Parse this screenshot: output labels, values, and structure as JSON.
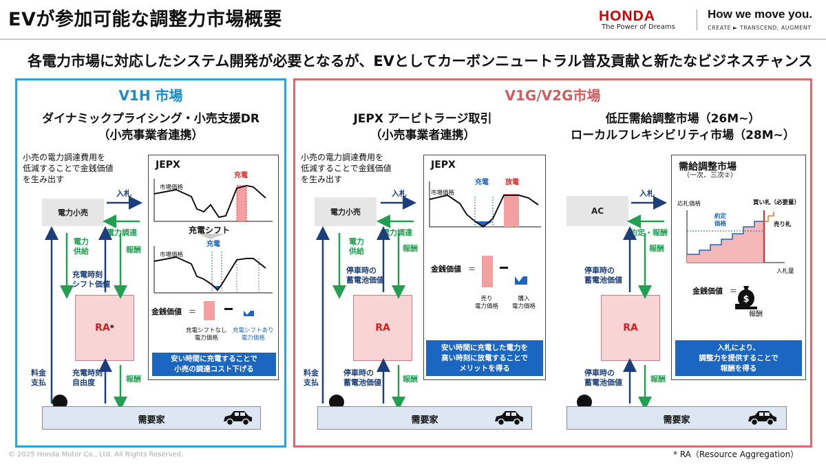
{
  "header": {
    "title": "EVが参加可能な調整力市場概要",
    "logo_text": "HONDA",
    "tagline": "The Power of Dreams",
    "slogan": "How we move you.",
    "slogan_sub": "CREATE ► TRANSCEND, AUGMENT"
  },
  "subtitle": "各電力市場に対応したシステム開発が必要となるが、EVとしてカーボンニュートラル普及貢献と新たなビジネスチャンス",
  "v1h": {
    "title": "V1H 市場",
    "heading_1": "ダイナミックプライシング・小売支援DR",
    "heading_2": "（小売事業者連携）",
    "desc": [
      "小売の電力調達費用を",
      "低減することで金銭価値",
      "を生み出す"
    ],
    "retailer": "電力小売",
    "bid": "入札",
    "procure": "電力調達",
    "supply": [
      "電力",
      "供給"
    ],
    "reward": "報酬",
    "shift_value": [
      "充電時刻",
      "シフト価値"
    ],
    "ra": "RA",
    "ra_mark": "*",
    "fee": [
      "料金",
      "支払"
    ],
    "freedom": [
      "充電時刻",
      "自由度"
    ],
    "reward2": "報酬",
    "consumer": "需要家",
    "chart_title": "JEPX",
    "market_price": "市場価格",
    "charge": "充電",
    "shift_arrow": "充電シフト",
    "market_price2": "市場価格",
    "charge2": "充電",
    "money": "金銭価値",
    "eq": "＝",
    "no_shift": [
      "充電シフトなし",
      "電力価格"
    ],
    "with_shift": [
      "充電シフトあり",
      "電力価格"
    ],
    "note": [
      "安い時間に充電することで",
      "小売の調達コスト下げる"
    ]
  },
  "v2g": {
    "title": "V1G/V2G市場",
    "a_heading_1": "JEPX アービトラージ取引",
    "a_heading_2": "（小売事業者連携）",
    "a_desc": [
      "小売の電力調達費用を",
      "低減することで金銭価値",
      "を生み出す"
    ],
    "a_retailer": "電力小売",
    "a_bid": "入札",
    "a_procure": "電力調達",
    "a_supply": [
      "電力",
      "供給"
    ],
    "a_reward": "報酬",
    "a_storage_value": [
      "停車時の",
      "蓄電池価値"
    ],
    "a_ra": "RA",
    "a_fee": [
      "料金",
      "支払"
    ],
    "a_storage_value2": [
      "停車時の",
      "蓄電池価値"
    ],
    "a_reward2": "報酬",
    "a_consumer": "需要家",
    "a_chart_title": "JEPX",
    "a_market_price": "市場価格",
    "a_charge": "充電",
    "a_discharge": "放電",
    "a_money": "金銭価値",
    "a_eq": "＝",
    "a_sell": [
      "売り",
      "電力価格"
    ],
    "a_buy": [
      "購入",
      "電力価格"
    ],
    "a_note": [
      "安い時間に充電した電力を",
      "高い時刻に放電することで",
      "メリットを得る"
    ],
    "b_heading_1": "低圧需給調整市場（26M~）",
    "b_heading_2": "ローカルフレキシビリティ市場（28M~）",
    "b_ac": "AC",
    "b_bid": "入札",
    "b_contract": "約定・報酬",
    "b_storage_value": [
      "停車時の",
      "蓄電池価値"
    ],
    "b_ra": "RA",
    "b_storage_value2": [
      "停車時の",
      "蓄電池価値"
    ],
    "b_reward": "報酬",
    "b_consumer": "需要家",
    "b_chart_title": "需給調整市場",
    "b_chart_sub": "（一次、三次②）",
    "b_bid_price": "応札価格",
    "b_contract_price": [
      "約定",
      "価格"
    ],
    "b_buy_bid": "買い札（必要量）",
    "b_sell_bid": "売り札",
    "b_bid_volume": "入札量",
    "b_money": "金銭価値",
    "b_eq": "＝",
    "b_money_reward": "報酬",
    "b_note": [
      "入札により、",
      "調整力を提供することで",
      "報酬を得る"
    ]
  },
  "footer": {
    "copyright": "© 2025 Honda Motor Co., Ltd. All Rights Reserved.",
    "note": "* RA（Resource Aggregation）"
  },
  "colors": {
    "v1h_border": "#29a3d8",
    "v2g_border": "#d56b6f",
    "navy_arrow": "#1c3f7a",
    "green_arrow": "#20a050",
    "honda_red": "#cc0000",
    "note_blue": "#1a66c0"
  },
  "icons": [
    "person-icon",
    "car-icon",
    "money-bag-icon"
  ]
}
